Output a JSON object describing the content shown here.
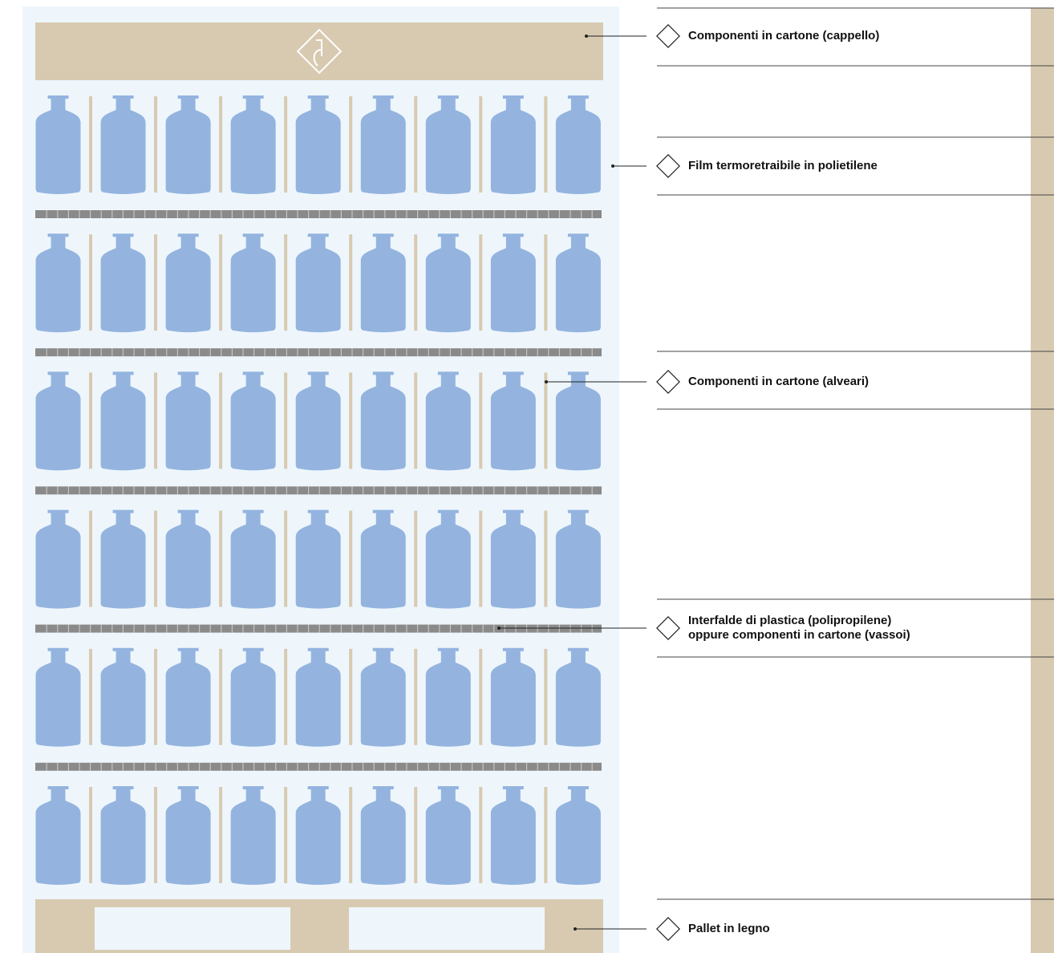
{
  "colors": {
    "film_background": "#eef6fc",
    "cardboard": "#d8cab0",
    "bottle": "#94b4df",
    "interlayer": "#8a8a8a",
    "leader_line": "#222222",
    "divider_line": "#444444"
  },
  "logo": {
    "icon": "brand-diamond-logo"
  },
  "pallet_layout": {
    "layers": 6,
    "bottles_per_layer": 9
  },
  "labels": [
    {
      "id": "cap",
      "text": "Componenti in cartone (cappello)"
    },
    {
      "id": "film",
      "text": "Film termoretraibile in polietilene"
    },
    {
      "id": "hive",
      "text": "Componenti in cartone (alveari)"
    },
    {
      "id": "interlayer",
      "line1": "Interfalde di plastica (polipropilene)",
      "line2": "oppure componenti in cartone (vassoi)"
    },
    {
      "id": "pallet",
      "text": "Pallet in legno"
    }
  ]
}
